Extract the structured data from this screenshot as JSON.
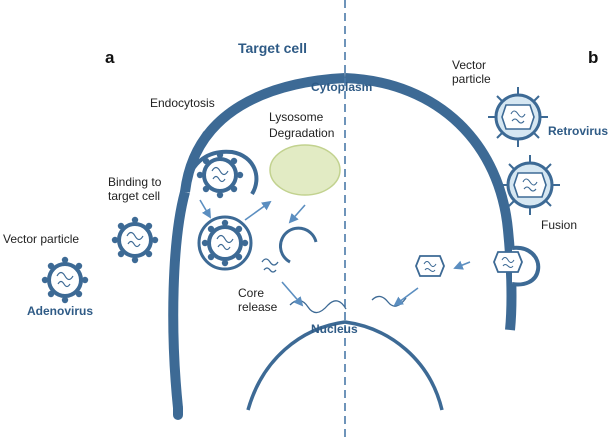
{
  "panels": {
    "left": "a",
    "right": "b"
  },
  "labels": {
    "target_cell": "Target cell",
    "cytoplasm": "Cytoplasm",
    "endocytosis": "Endocytosis",
    "lysosome_line1": "Lysosome",
    "lysosome_line2": "Degradation",
    "binding_line1": "Binding to",
    "binding_line2": "target cell",
    "vector_particle_left": "Vector particle",
    "adenovirus": "Adenovirus",
    "core_release_line1": "Core",
    "core_release_line2": "release",
    "nucleus": "Nucleus",
    "vector_particle_right_line1": "Vector",
    "vector_particle_right_line2": "particle",
    "retrovirus": "Retrovirus",
    "fusion": "Fusion"
  },
  "colors": {
    "membrane": "#3d6a95",
    "text_blue": "#2f5b86",
    "lysosome_fill": "#e2ebc4",
    "lysosome_stroke": "#c2d28f",
    "retro_fill": "#d6e7f2",
    "arrow": "#5b8ec0"
  }
}
